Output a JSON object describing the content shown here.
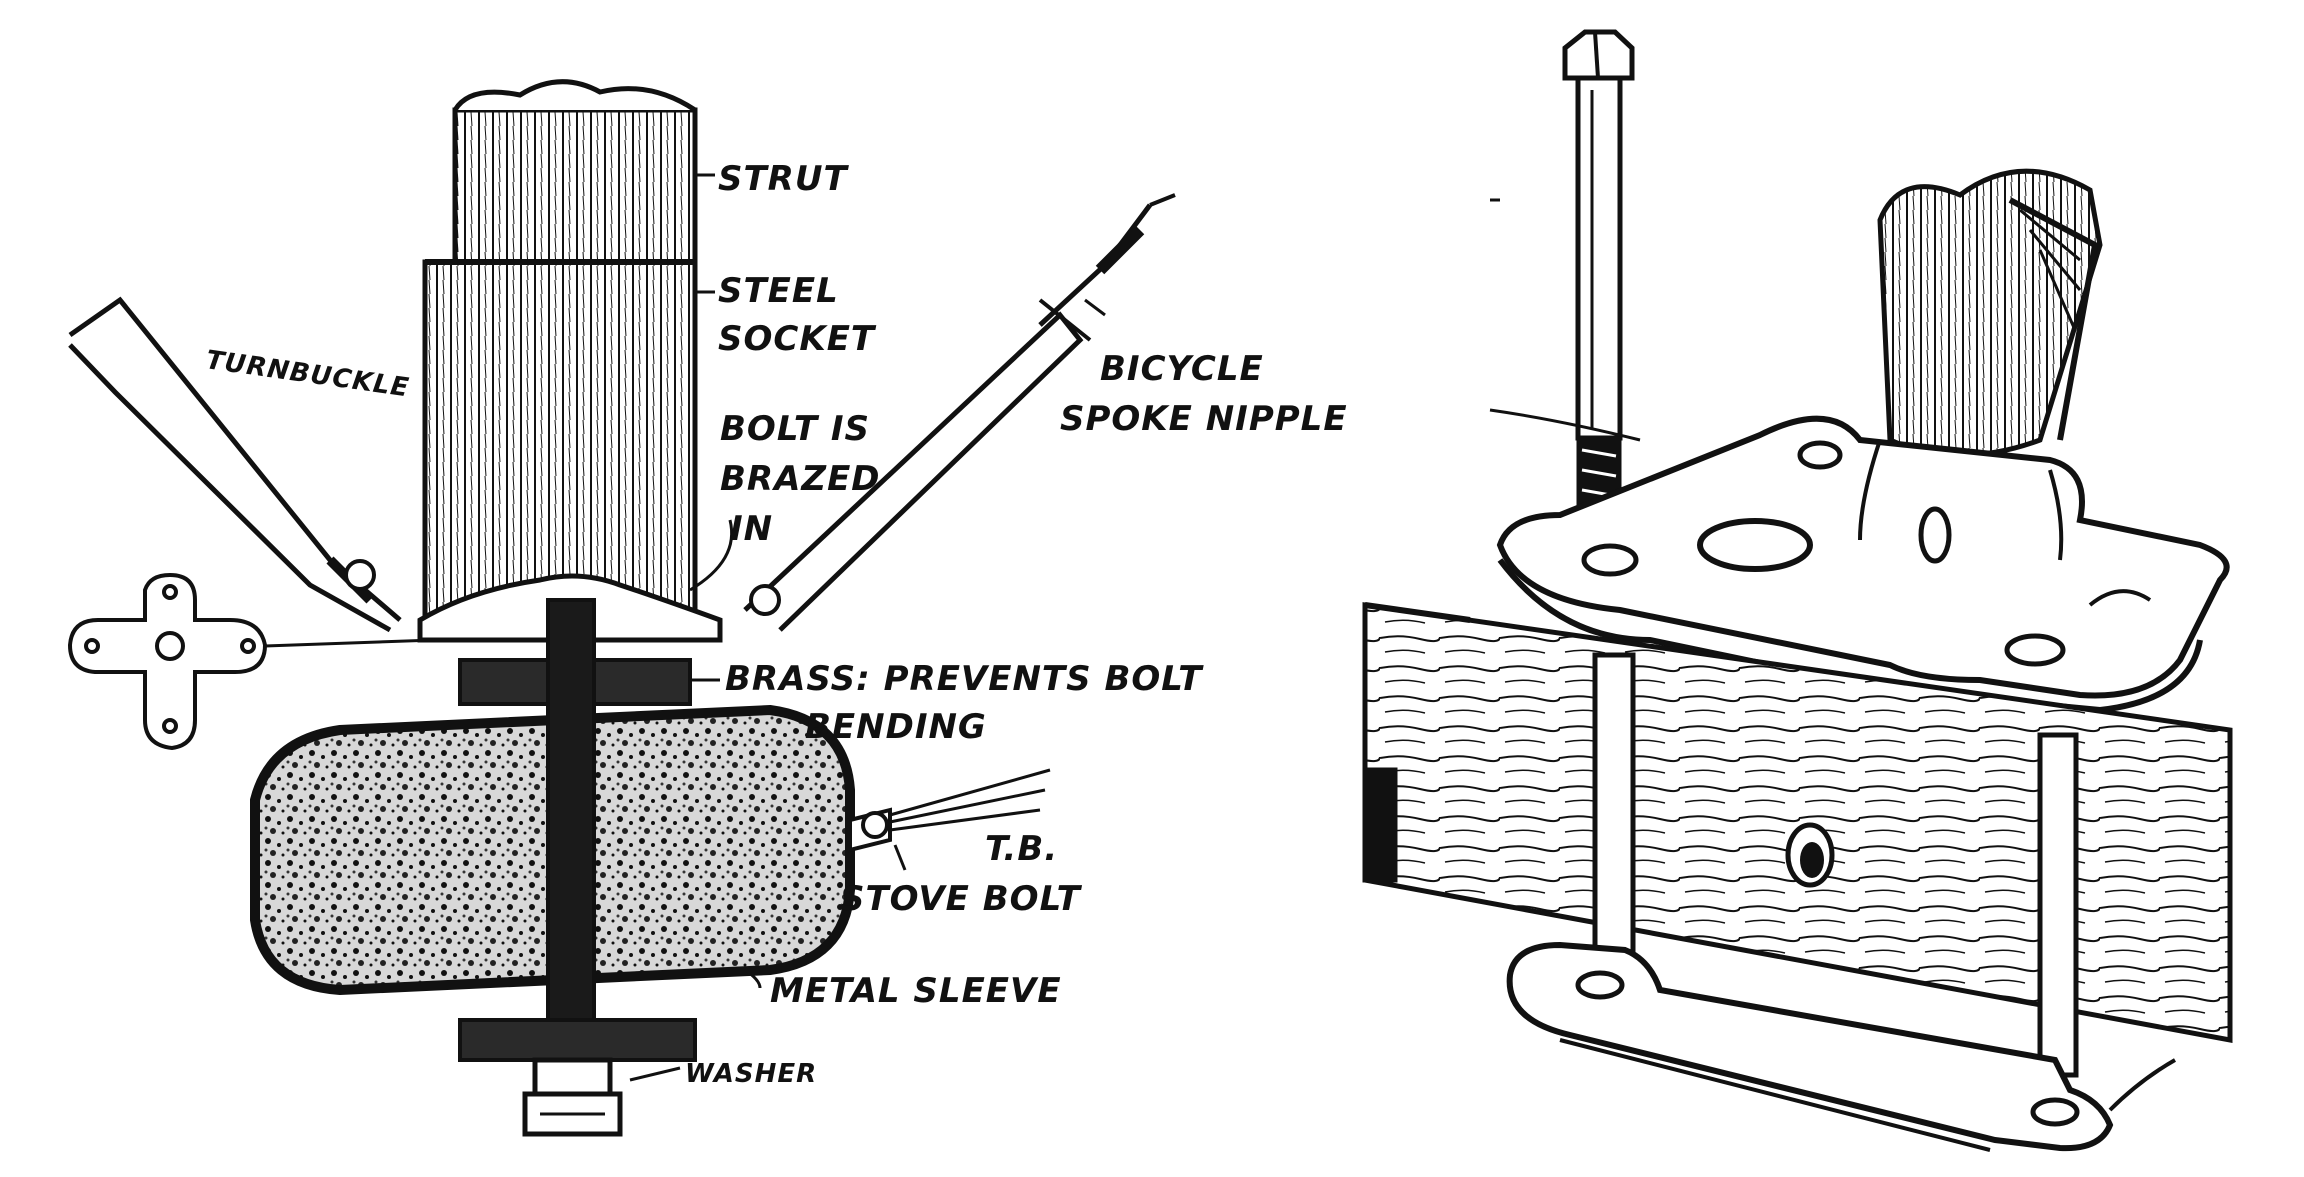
{
  "colors": {
    "ink": "#111111",
    "paper": "#ffffff",
    "shade": "#2a2a2a"
  },
  "labels": {
    "strut": "STRUT",
    "steel_socket_1": "STEEL",
    "steel_socket_2": "SOCKET",
    "turnbuckle": "TURNBUCKLE",
    "bolt_brazed_1": "BOLT IS",
    "bolt_brazed_2": "BRAZED",
    "bolt_brazed_3": "IN",
    "bicycle_1": "BICYCLE",
    "bicycle_2": "SPOKE NIPPLE",
    "brass_1": "BRASS: PREVENTS BOLT",
    "brass_2": "BENDING",
    "tb": "T.B.",
    "stove_bolt": "STOVE BOLT",
    "metal_sleeve": "METAL SLEEVE",
    "washer": "WASHER"
  }
}
